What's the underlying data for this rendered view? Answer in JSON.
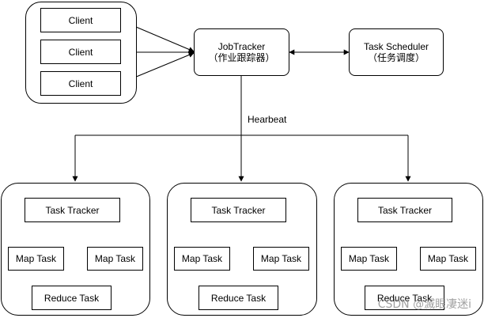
{
  "clients": {
    "items": [
      {
        "label": "Client"
      },
      {
        "label": "Client"
      },
      {
        "label": "Client"
      }
    ]
  },
  "jobtracker": {
    "title": "JobTracker",
    "subtitle": "（作业跟踪器）"
  },
  "task_scheduler": {
    "title": "Task Scheduler",
    "subtitle": "（任务调度）"
  },
  "heartbeat_label": "Hearbeat",
  "tasktracker_groups": [
    {
      "task_tracker": "Task Tracker",
      "map_tasks": [
        "Map Task",
        "Map Task"
      ],
      "reduce_task": "Reduce Task"
    },
    {
      "task_tracker": "Task Tracker",
      "map_tasks": [
        "Map Task",
        "Map Task"
      ],
      "reduce_task": "Reduce Task"
    },
    {
      "task_tracker": "Task Tracker",
      "map_tasks": [
        "Map Task",
        "Map Task"
      ],
      "reduce_task": "Reduce Task"
    }
  ],
  "watermark": "CSDN @滅眼凄迷i"
}
